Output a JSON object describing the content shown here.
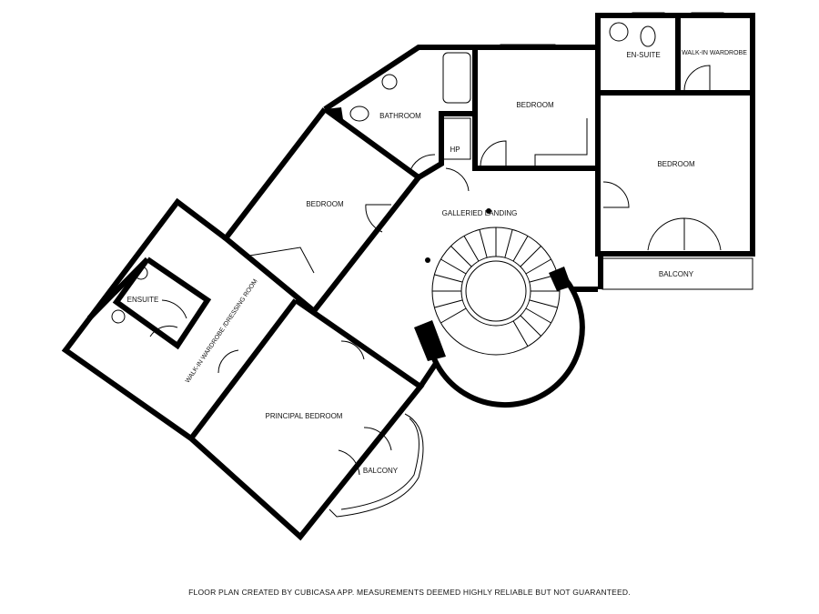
{
  "rooms": {
    "bathroom": "BATHROOM",
    "hp": "HP",
    "bedroom_top": "BEDROOM",
    "en_suite": "EN-SUITE",
    "walk_in_wardrobe": "WALK-IN WARDROBE",
    "bedroom_right": "BEDROOM",
    "bedroom_left": "BEDROOM",
    "galleried_landing": "GALLERIED LANDING",
    "balcony_right": "BALCONY",
    "ensuite_left": "ENSUITE",
    "dressing_room": "WALK-IN WARDROBE /DRESSING ROOM",
    "principal_bedroom": "PRINCIPAL BEDROOM",
    "balcony_principal": "BALCONY"
  },
  "footer": "FLOOR PLAN CREATED BY CUBICASA APP. MEASUREMENTS DEEMED HIGHLY RELIABLE BUT NOT GUARANTEED.",
  "colors": {
    "walls": "#000000",
    "background": "#ffffff"
  }
}
